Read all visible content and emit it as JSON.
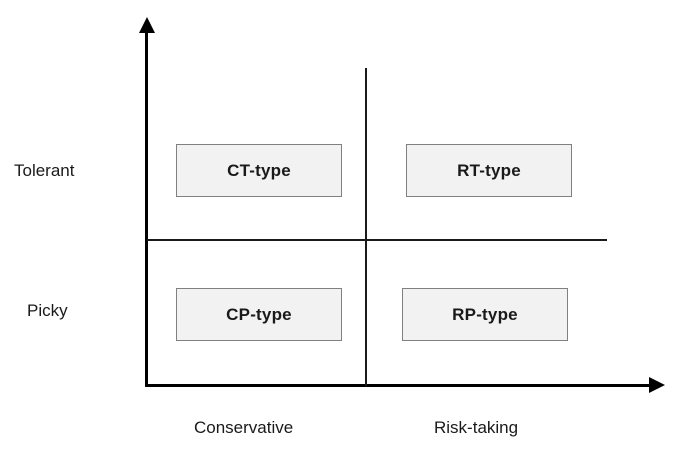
{
  "chart_data": {
    "type": "table",
    "title": "",
    "xlabel": "",
    "ylabel": "",
    "layout": "2x2-quadrant-matrix",
    "grid": false,
    "legend": "none",
    "x_axis": {
      "name": "x-axis",
      "direction": "arrow-right",
      "tick_labels": [
        "Conservative",
        "Risk-taking"
      ]
    },
    "y_axis": {
      "name": "y-axis",
      "direction": "arrow-up",
      "tick_labels": [
        "Picky",
        "Tolerant"
      ]
    },
    "categories_x": [
      "Conservative",
      "Risk-taking"
    ],
    "categories_y": [
      "Tolerant",
      "Picky"
    ],
    "cells": [
      {
        "x": "Conservative",
        "y": "Tolerant",
        "label": "CT-type"
      },
      {
        "x": "Risk-taking",
        "y": "Tolerant",
        "label": "RT-type"
      },
      {
        "x": "Conservative",
        "y": "Picky",
        "label": "CP-type"
      },
      {
        "x": "Risk-taking",
        "y": "Picky",
        "label": "RP-type"
      }
    ]
  },
  "diagram": {
    "quadrants": {
      "top_left": {
        "label": "CT-type"
      },
      "top_right": {
        "label": "RT-type"
      },
      "bottom_left": {
        "label": "CP-type"
      },
      "bottom_right": {
        "label": "RP-type"
      }
    },
    "axis_labels": {
      "y_top": "Tolerant",
      "y_bottom": "Picky",
      "x_left": "Conservative",
      "x_right": "Risk-taking"
    },
    "icons": {
      "y_axis_arrow": "arrow-up-icon",
      "x_axis_arrow": "arrow-right-icon"
    }
  },
  "colors": {
    "background": "#ffffff",
    "axis": "#000000",
    "divider": "#1a1a1a",
    "box_fill": "#f2f2f2",
    "box_border": "#808080",
    "text": "#1a1a1a"
  }
}
